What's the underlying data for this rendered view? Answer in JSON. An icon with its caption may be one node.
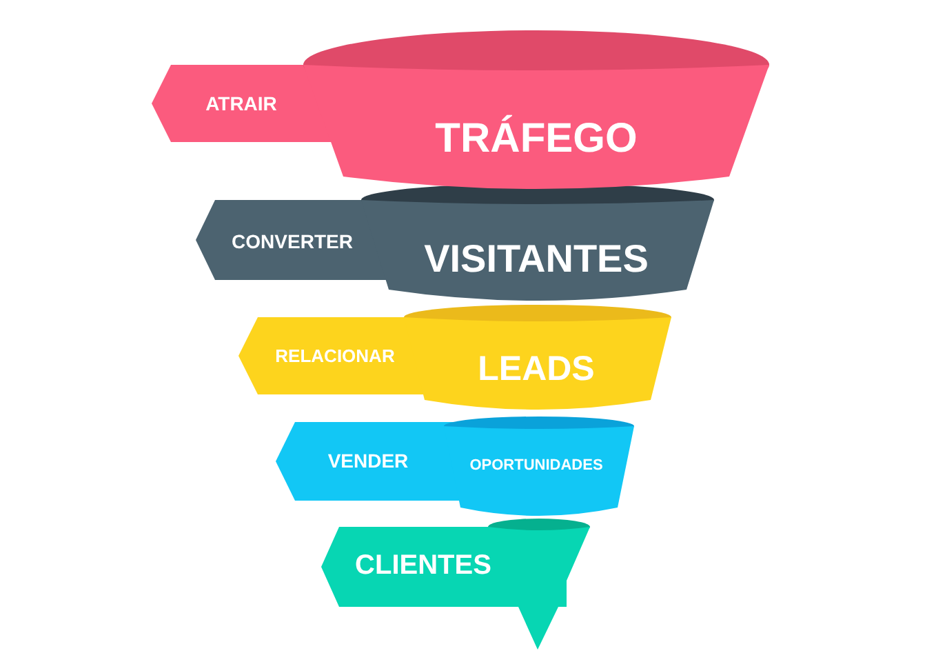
{
  "diagram": {
    "nodes": [
      {
        "text": [
          "ATRAIR",
          "TRÁFEGO"
        ]
      },
      {
        "text": [
          "CONVERTER",
          "VISITANTES"
        ]
      },
      {
        "text": [
          "RELACIONAR",
          "LEADS"
        ]
      },
      {
        "text": [
          "VENDER",
          "OPORTUNIDADES"
        ]
      },
      {
        "text": [
          "CLIENTES"
        ]
      }
    ]
  }
}
